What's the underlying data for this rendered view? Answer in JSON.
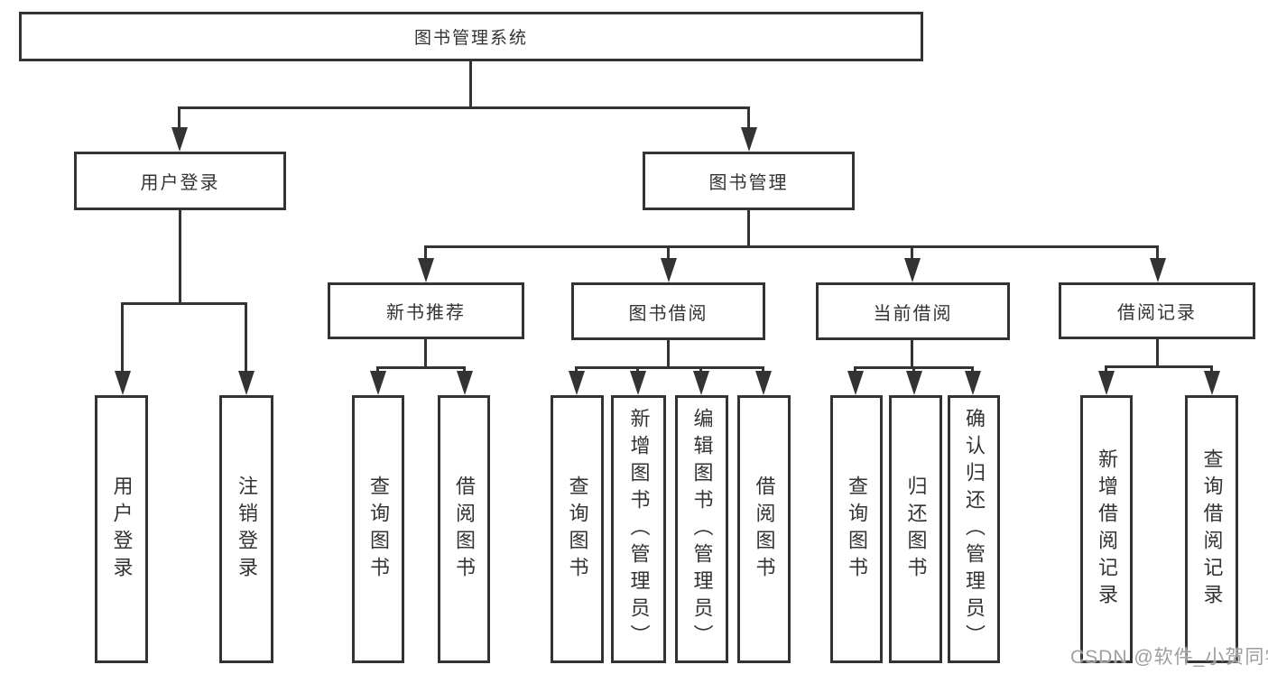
{
  "tree": {
    "root": {
      "label": "图书管理系统"
    },
    "children": [
      {
        "label": "用户登录",
        "children": [
          {
            "label": "用户登录"
          },
          {
            "label": "注销登录"
          }
        ]
      },
      {
        "label": "图书管理",
        "children": [
          {
            "label": "新书推荐",
            "children": [
              {
                "label": "查询图书"
              },
              {
                "label": "借阅图书"
              }
            ]
          },
          {
            "label": "图书借阅",
            "children": [
              {
                "label": "查询图书"
              },
              {
                "label": "新增图书（管理员）"
              },
              {
                "label": "编辑图书（管理员）"
              },
              {
                "label": "借阅图书"
              }
            ]
          },
          {
            "label": "当前借阅",
            "children": [
              {
                "label": "查询图书"
              },
              {
                "label": "归还图书"
              },
              {
                "label": "确认归还（管理员）"
              }
            ]
          },
          {
            "label": "借阅记录",
            "children": [
              {
                "label": "新增借阅记录"
              },
              {
                "label": "查询借阅记录"
              }
            ]
          }
        ]
      }
    ]
  },
  "watermark": {
    "text": "CSDN @软件_小贺同学"
  },
  "colors": {
    "line": "#333333",
    "box_border": "#333333",
    "box_fill": "#ffffff",
    "text": "#333333",
    "watermark": "#9e9e9e"
  }
}
